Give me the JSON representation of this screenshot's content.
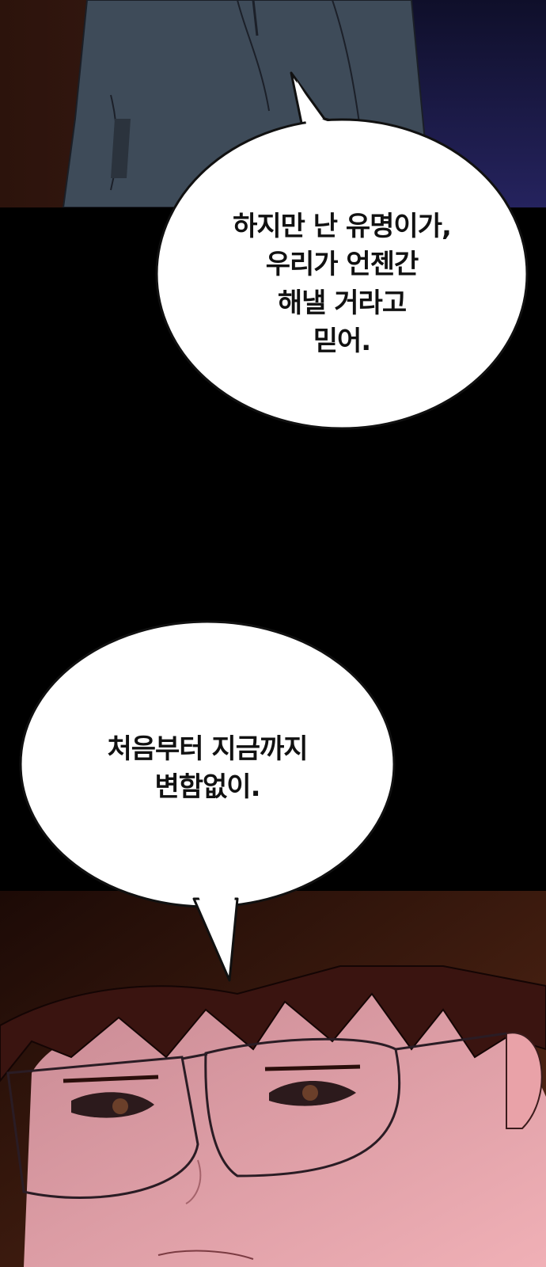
{
  "bubbles": [
    {
      "lines": [
        "하지만 난 유명이가,",
        "우리가 언젠간",
        "해낼 거라고",
        "믿어."
      ]
    },
    {
      "lines": [
        "처음부터 지금까지",
        "변함없이."
      ]
    }
  ],
  "colors": {
    "page_background": "#000000",
    "top_panel_bg": "#3a1c14",
    "top_panel_jacket": "#3d4a58",
    "top_panel_right": "#1b1a45",
    "bottom_panel_hair": "#3a1410",
    "bottom_panel_skin": "#e9a0a6",
    "bubble_fill": "#ffffff",
    "bubble_stroke": "#111111"
  }
}
